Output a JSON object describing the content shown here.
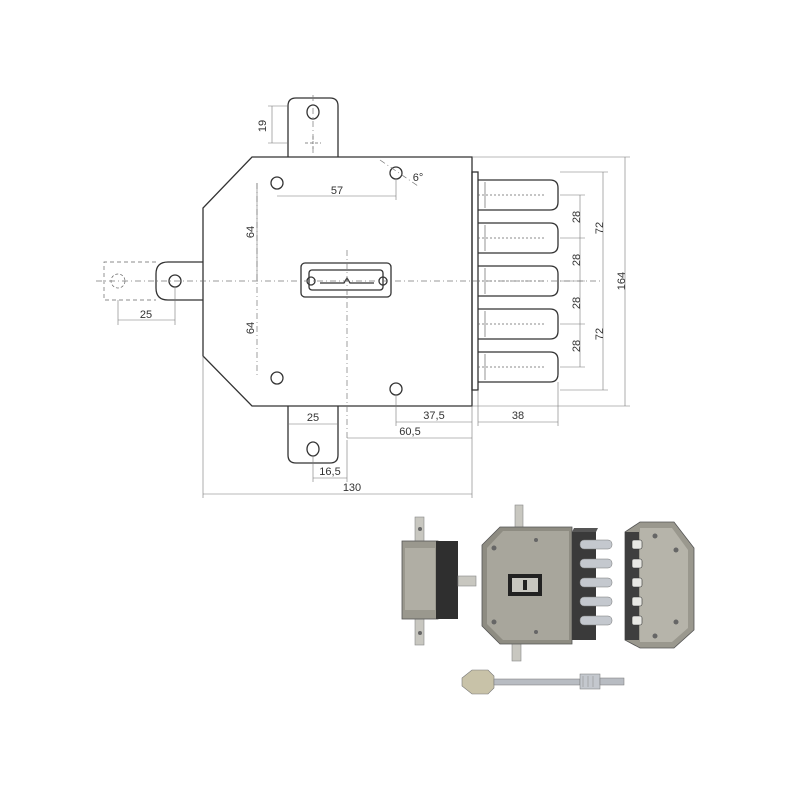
{
  "drawing": {
    "dims": {
      "d19": "19",
      "d57": "57",
      "d64_top": "64",
      "d64_bottom": "64",
      "d25_left": "25",
      "d25_bottom": "25",
      "d16_5": "16,5",
      "d37_5": "37,5",
      "d60_5": "60,5",
      "d38": "38",
      "d130": "130",
      "d28_1": "28",
      "d28_2": "28",
      "d28_3": "28",
      "d28_4": "28",
      "d72_top": "72",
      "d72_bottom": "72",
      "d164": "164",
      "angle": "6°"
    }
  },
  "colors": {
    "line": "#333333",
    "metal_dark": "#3a3a3a",
    "metal_mid": "#8c8a80",
    "metal_light": "#c8c7c0",
    "steel": "#b8bcc2"
  }
}
